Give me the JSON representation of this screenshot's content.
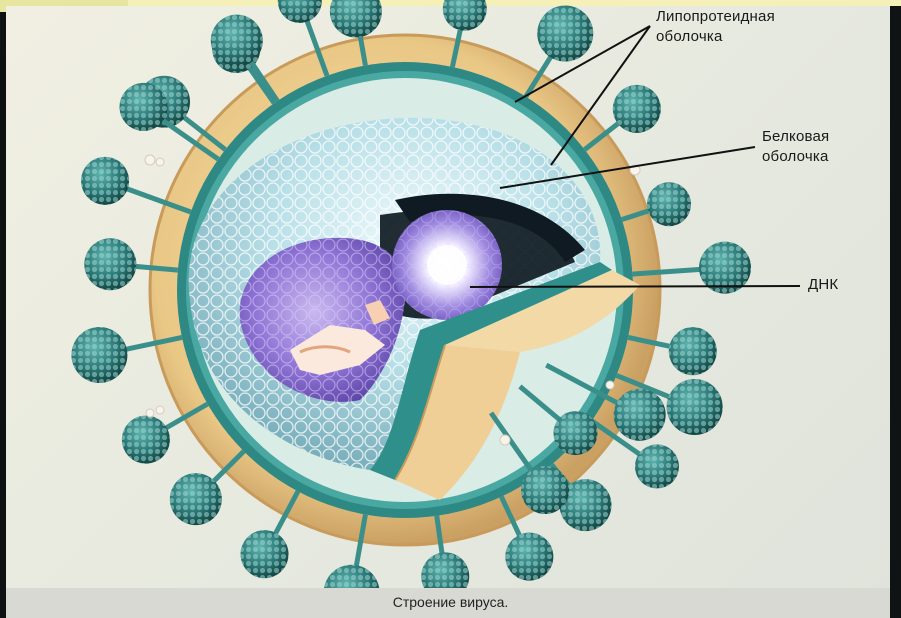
{
  "labels": {
    "lipoprotein_line1": "Липопротеидная",
    "lipoprotein_line2": "оболочка",
    "protein_line1": "Белковая",
    "protein_line2": "оболочка",
    "dna": "ДНК"
  },
  "caption": "Строение вируса.",
  "colors": {
    "lipid_membrane": "#e7c98a",
    "teal_membrane": "#2f8f8b",
    "capsid_light": "#bfe3ea",
    "core_purple": "#8a6fd1",
    "spike_head": "#2f7e7c",
    "cutaway_dark": "#0f1a22",
    "leader_line": "#111111"
  }
}
